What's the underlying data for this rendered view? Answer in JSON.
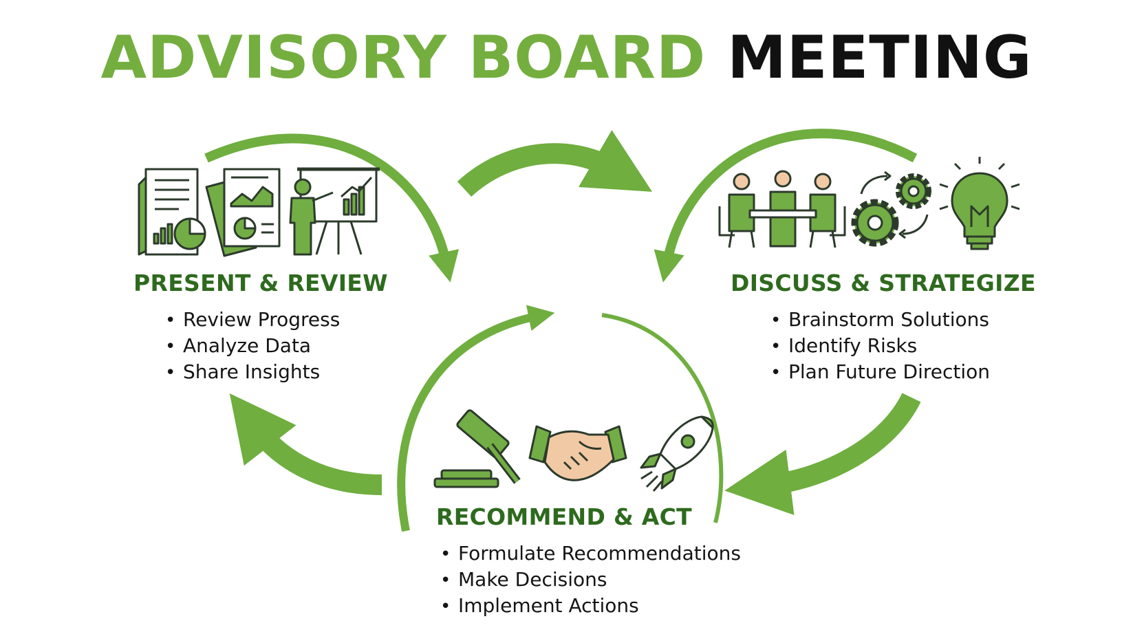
{
  "title": {
    "green_part": "ADVISORY BOARD",
    "dark_part": "MEETING"
  },
  "stages": [
    {
      "title": "PRESENT & REVIEW",
      "bullets": [
        "Review Progress",
        "Analyze Data",
        "Share Insights"
      ],
      "icons": [
        "report-document-icon",
        "chart-document-icon",
        "presenter-icon"
      ]
    },
    {
      "title": "DISCUSS & STRATEGIZE",
      "bullets": [
        "Brainstorm Solutions",
        "Identify Risks",
        "Plan Future Direction"
      ],
      "icons": [
        "meeting-table-icon",
        "gears-icon",
        "lightbulb-icon"
      ]
    },
    {
      "title": "RECOMMEND & ACT",
      "bullets": [
        "Formulate Recommendations",
        "Make Decisions",
        "Implement Actions"
      ],
      "icons": [
        "gavel-icon",
        "handshake-icon",
        "rocket-icon"
      ]
    }
  ],
  "colors": {
    "accent_green": "#74ae3f",
    "arrow_green": "#6fae3f",
    "heading_green": "#2e6a1e",
    "icon_green": "#73ad45",
    "icon_outline": "#2c3a2c",
    "skin": "#f2c9a5",
    "text": "#141414"
  }
}
